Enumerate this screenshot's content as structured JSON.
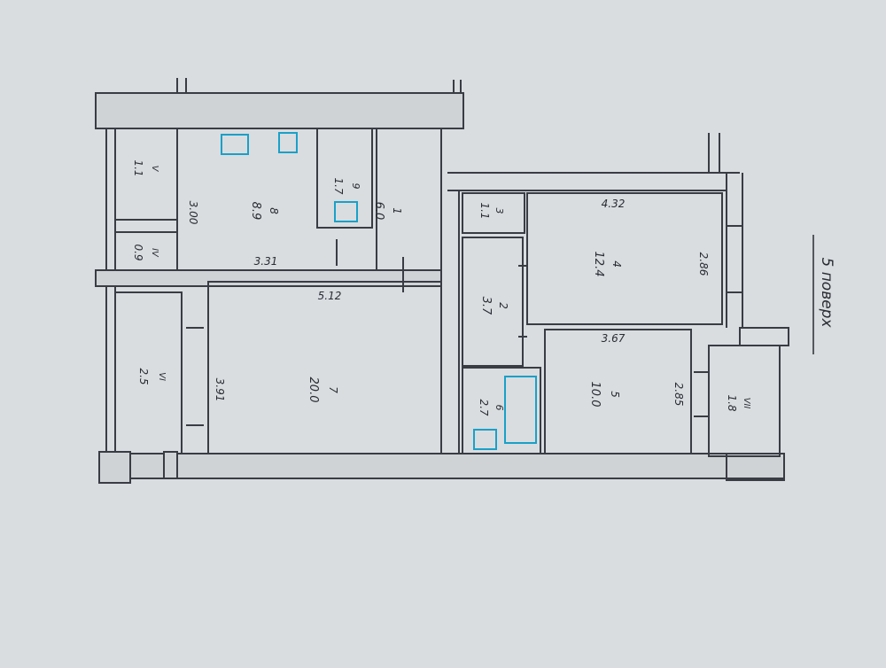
{
  "floor_label": "5 поверх",
  "rooms": [
    {
      "id": "r1",
      "number": "1",
      "area": "6.0"
    },
    {
      "id": "r2",
      "number": "2",
      "area": "3.7"
    },
    {
      "id": "r3",
      "number": "3",
      "area": "1.1"
    },
    {
      "id": "r4",
      "number": "4",
      "area": "12.4"
    },
    {
      "id": "r5",
      "number": "5",
      "area": "10.0"
    },
    {
      "id": "r6",
      "number": "6",
      "area": "2.7"
    },
    {
      "id": "r7",
      "number": "7",
      "area": "20.0"
    },
    {
      "id": "r8",
      "number": "8",
      "area": "8.9"
    },
    {
      "id": "r9",
      "number": "9",
      "area": "1.7"
    },
    {
      "id": "rV",
      "number": "V",
      "area": "1.1"
    },
    {
      "id": "rIV",
      "number": "IV",
      "area": "0.9"
    },
    {
      "id": "rVI",
      "number": "VI",
      "area": "2.5"
    },
    {
      "id": "rVII",
      "number": "VII",
      "area": "1.8"
    }
  ],
  "dimensions": [
    "4.32",
    "2.86",
    "3.67",
    "2.85",
    "3.31",
    "5.12",
    "3.91",
    "3.00"
  ],
  "colors": {
    "paper": "#d9dde0",
    "ink": "#2a2c33",
    "fixture": "#1aa0c8"
  }
}
